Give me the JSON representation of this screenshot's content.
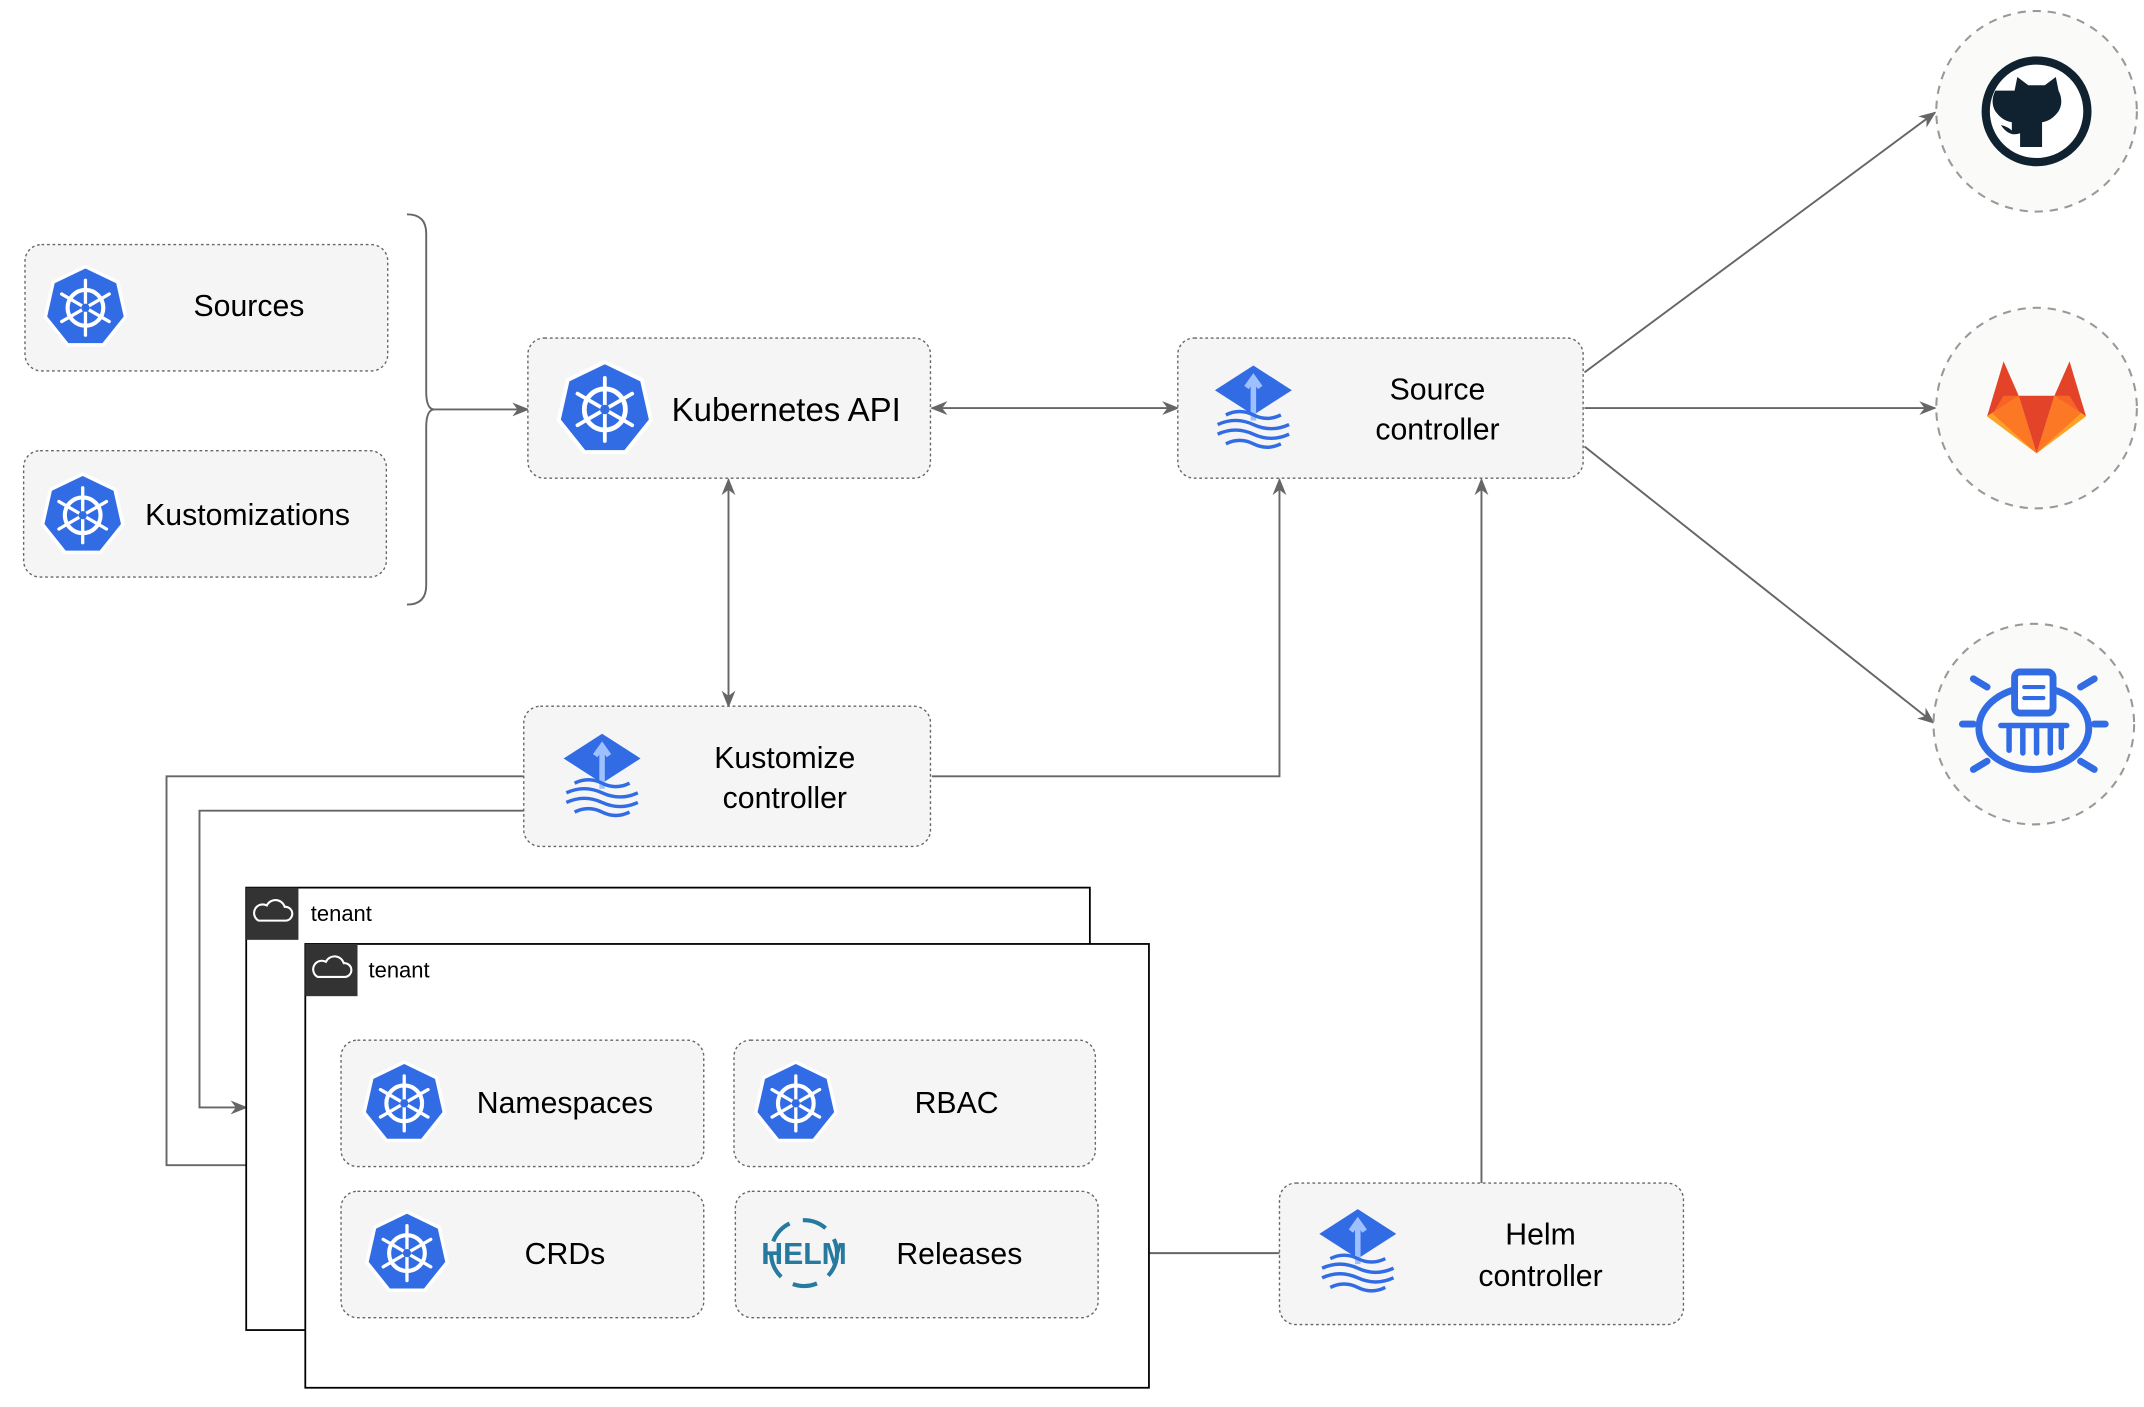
{
  "nodes": {
    "sources": "Sources",
    "kustomizations": "Kustomizations",
    "kubernetes_api": "Kubernetes API",
    "source_controller": [
      "Source",
      "controller"
    ],
    "kustomize_controller": [
      "Kustomize",
      "controller"
    ],
    "helm_controller": [
      "Helm",
      "controller"
    ],
    "namespaces": "Namespaces",
    "rbac": "RBAC",
    "crds": "CRDs",
    "releases": "Releases"
  },
  "tenants": [
    "tenant",
    "tenant"
  ],
  "providers": [
    "github-icon",
    "gitlab-icon",
    "bucket-icon"
  ],
  "logos": {
    "helm": "HELM"
  },
  "colors": {
    "kubernetes_blue": "#326ce5",
    "flux_blue": "#5468ff",
    "gitlab_orange": "#e24329",
    "github_dark": "#10222f",
    "edge": "#666666",
    "box_fill": "#f5f5f5"
  }
}
